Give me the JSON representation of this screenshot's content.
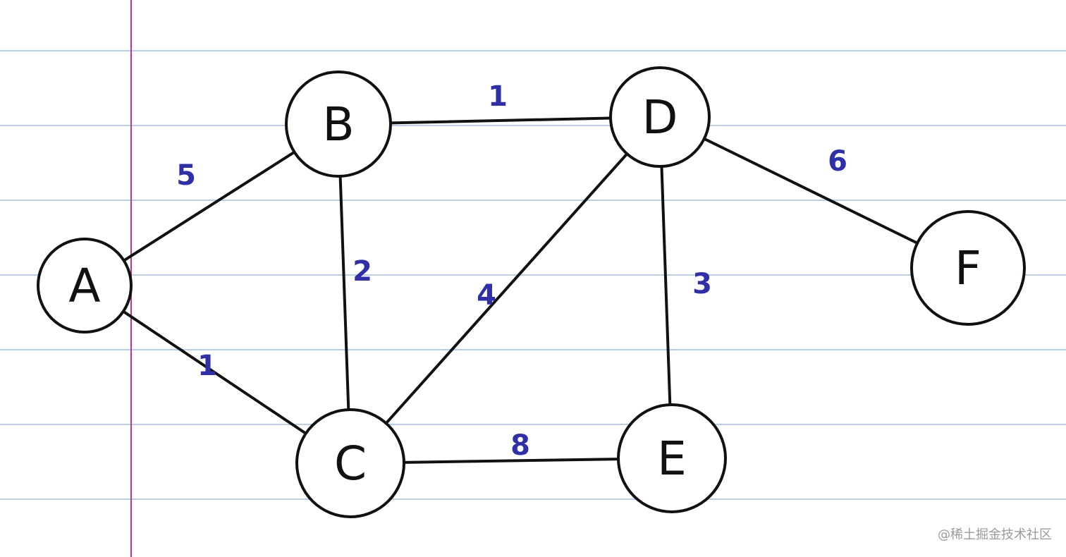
{
  "colors": {
    "background": "#ffffff",
    "rule_line": "#b9cfe6",
    "margin_line": "#c0358f",
    "edge": "#111111",
    "node_stroke": "#111111",
    "weight_text": "#2f2fa8"
  },
  "graph": {
    "nodes": [
      {
        "id": "A",
        "label": "A"
      },
      {
        "id": "B",
        "label": "B"
      },
      {
        "id": "C",
        "label": "C"
      },
      {
        "id": "D",
        "label": "D"
      },
      {
        "id": "E",
        "label": "E"
      },
      {
        "id": "F",
        "label": "F"
      }
    ],
    "edges": [
      {
        "from": "A",
        "to": "B",
        "weight": "5"
      },
      {
        "from": "A",
        "to": "C",
        "weight": "1"
      },
      {
        "from": "B",
        "to": "D",
        "weight": "1"
      },
      {
        "from": "B",
        "to": "C",
        "weight": "2"
      },
      {
        "from": "C",
        "to": "D",
        "weight": "4"
      },
      {
        "from": "D",
        "to": "E",
        "weight": "3"
      },
      {
        "from": "C",
        "to": "E",
        "weight": "8"
      },
      {
        "from": "D",
        "to": "F",
        "weight": "6"
      }
    ]
  },
  "watermark": "@稀土掘金技术社区"
}
